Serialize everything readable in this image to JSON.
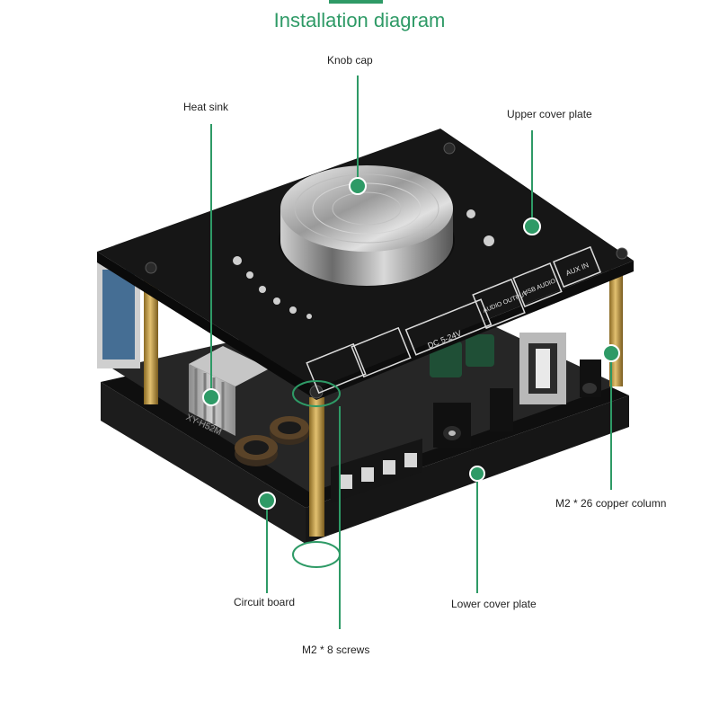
{
  "title": "Installation diagram",
  "labels": {
    "knob_cap": "Knob cap",
    "heat_sink": "Heat sink",
    "upper_cover_plate": "Upper cover plate",
    "copper_column": "M2 * 26 copper column",
    "circuit_board": "Circuit board",
    "lower_cover_plate": "Lower cover plate",
    "screws": "M2 * 8 screws"
  },
  "board_markings": {
    "dc_input": "DC 5-24V",
    "audio_output": "AUDIO OUTPUT",
    "usb_audio": "USB AUDIO",
    "aux_in": "AUX IN",
    "model": "XY-H52M"
  },
  "colors": {
    "accent": "#2e9a66",
    "leader": "#2e9a66",
    "plate": "#1b1b1b",
    "copper": "#c9a24a"
  }
}
